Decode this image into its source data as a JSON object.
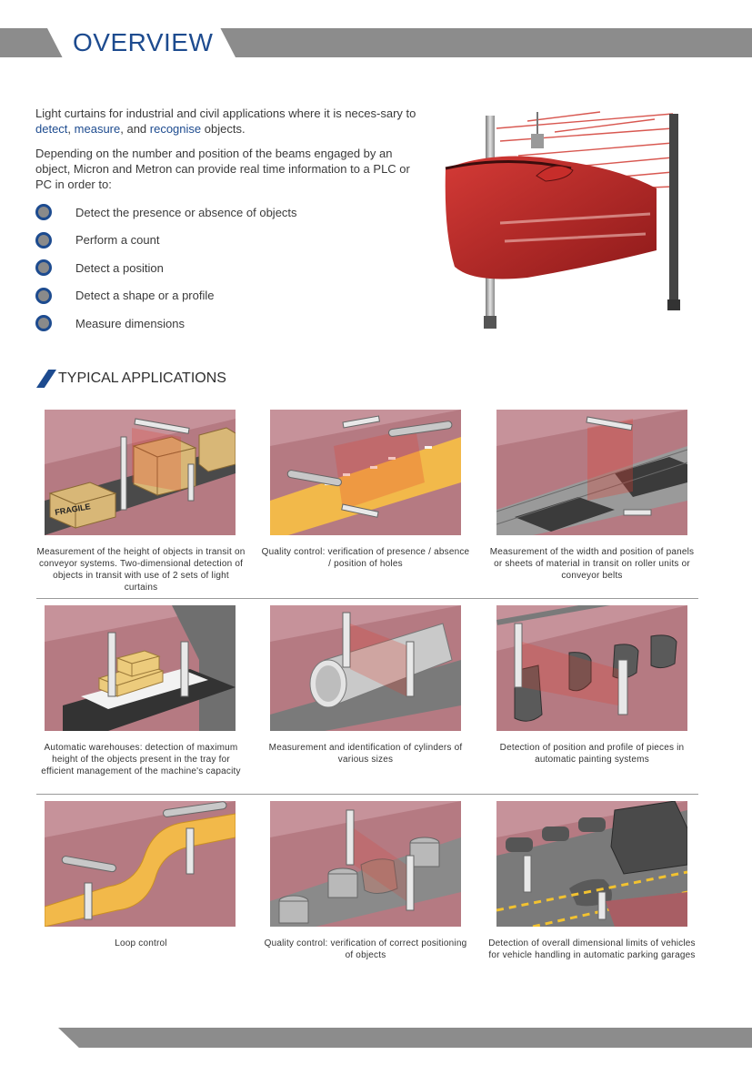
{
  "header": {
    "title": "OVERVIEW"
  },
  "intro": {
    "p1_start": "Light curtains for industrial and civil applications where it is neces-sary to ",
    "p1_detect": "detect",
    "p1_sep1": ", ",
    "p1_measure": "measure",
    "p1_sep2": ", and ",
    "p1_recognise": "recognise",
    "p1_end": " objects.",
    "p2": "Depending on the number and position of the beams engaged by an object, Micron and Metron can provide real time information to a PLC or PC in order to:"
  },
  "bullets": [
    "Detect the presence or absence of objects",
    "Perform a count",
    "Detect a position",
    "Detect a shape or a profile",
    "Measure dimensions"
  ],
  "section": {
    "title": "TYPICAL APPLICATIONS"
  },
  "applications": [
    {
      "caption": "Measurement of the height of objects in transit on conveyor systems. Two-dimensional detection of objects in transit with use of 2 sets of light curtains",
      "box_label": "FRAGILE"
    },
    {
      "caption": "Quality control: verification of presence / absence / position of holes"
    },
    {
      "caption": "Measurement of the width and position of panels or sheets of material in transit on roller units or conveyor belts"
    },
    {
      "caption": "Automatic warehouses: detection of maximum height of the objects present in the tray for efficient management of the machine's capacity"
    },
    {
      "caption": "Measurement and identification of cylinders of various sizes"
    },
    {
      "caption": "Detection of position and profile of pieces in automatic painting systems"
    },
    {
      "caption": "Loop control"
    },
    {
      "caption": "Quality control: verification of correct positioning of objects"
    },
    {
      "caption": "Detection of overall dimensional limits of vehicles for vehicle handling in automatic parking garages"
    }
  ],
  "colors": {
    "brand_blue": "#1d4b8f",
    "band_grey": "#8c8c8c",
    "scene_bg": "#c6929a",
    "beam_red": "#c0392b"
  }
}
